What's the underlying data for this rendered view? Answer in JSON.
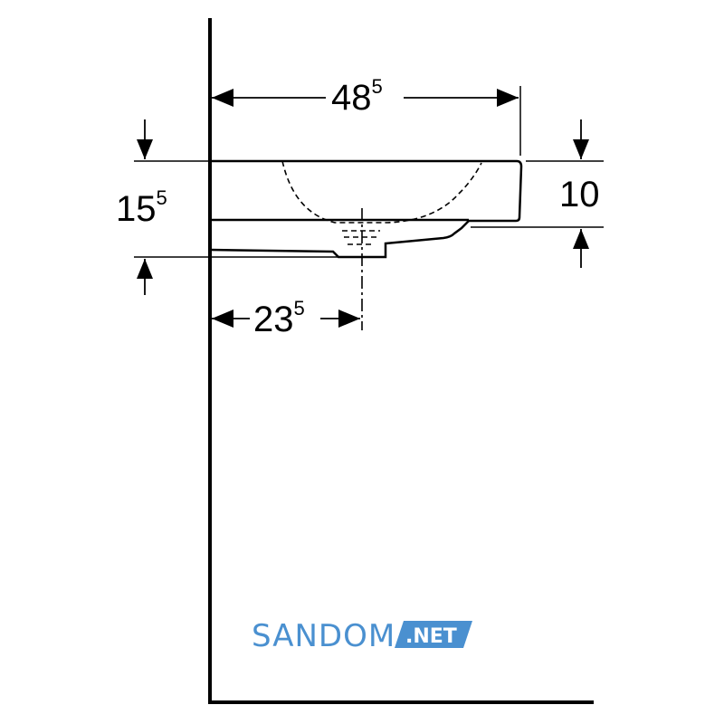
{
  "dimensions": {
    "width": {
      "main": "48",
      "sup": "5"
    },
    "total_height": {
      "main": "15",
      "sup": "5"
    },
    "rim_height": {
      "main": "10"
    },
    "drain_offset": {
      "main": "23",
      "sup": "5"
    }
  },
  "watermark": {
    "name": "SANDOM",
    "suffix": ".NET",
    "color": "#4a90d0"
  }
}
